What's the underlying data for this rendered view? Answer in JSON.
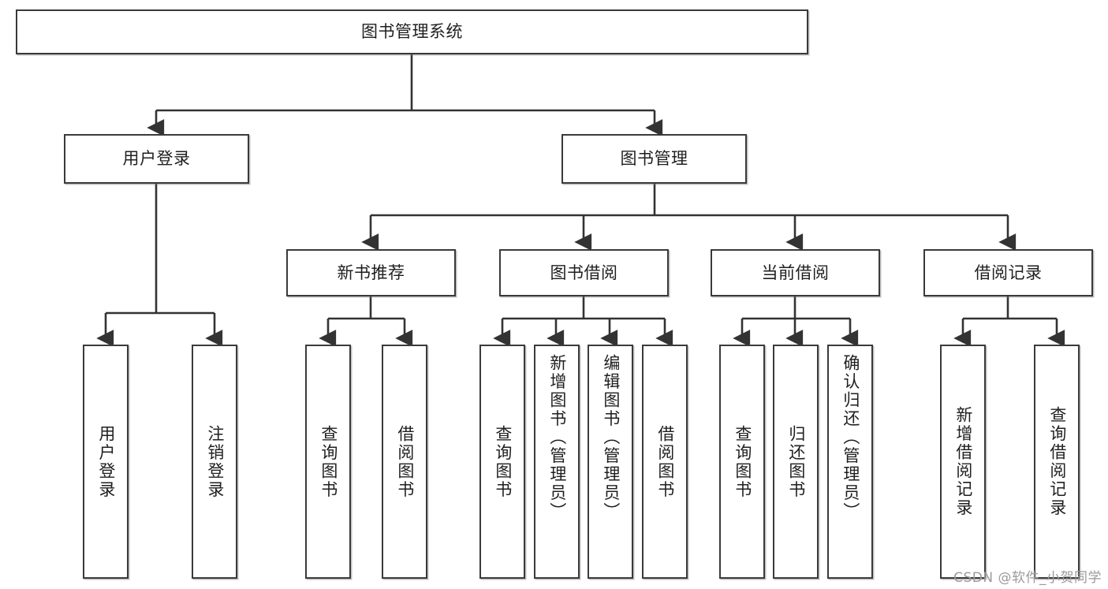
{
  "diagram": {
    "title": "图书管理系统",
    "watermark": "CSDN @软件_小贺同学",
    "colors": {
      "box_border": "#3a3a3a",
      "box_fill": "#ffffff",
      "connector": "#333333",
      "text": "#1f1f1f",
      "watermark": "#9a9a9a"
    },
    "levels": {
      "root": "图书管理系统",
      "level2": [
        "用户登录",
        "图书管理"
      ],
      "level3": [
        "新书推荐",
        "图书借阅",
        "当前借阅",
        "借阅记录"
      ]
    },
    "nodes": {
      "root": {
        "label": "图书管理系统",
        "orientation": "horizontal"
      },
      "user_login": {
        "label": "用户登录",
        "orientation": "horizontal"
      },
      "book_manage": {
        "label": "图书管理",
        "orientation": "horizontal"
      },
      "new_book_rec": {
        "label": "新书推荐",
        "orientation": "horizontal"
      },
      "book_borrow": {
        "label": "图书借阅",
        "orientation": "horizontal"
      },
      "current_borrow": {
        "label": "当前借阅",
        "orientation": "horizontal"
      },
      "borrow_record": {
        "label": "借阅记录",
        "orientation": "horizontal"
      },
      "leaf_user_login": {
        "label": "用户登录",
        "orientation": "vertical"
      },
      "leaf_logout": {
        "label": "注销登录",
        "orientation": "vertical"
      },
      "leaf_query_book_a": {
        "label": "查询图书",
        "orientation": "vertical"
      },
      "leaf_borrow_book_a": {
        "label": "借阅图书",
        "orientation": "vertical"
      },
      "leaf_query_book_b": {
        "label": "查询图书",
        "orientation": "vertical"
      },
      "leaf_add_book": {
        "label": "新增图书（管理员）",
        "orientation": "vertical"
      },
      "leaf_edit_book": {
        "label": "编辑图书（管理员）",
        "orientation": "vertical"
      },
      "leaf_borrow_book_b": {
        "label": "借阅图书",
        "orientation": "vertical"
      },
      "leaf_query_book_c": {
        "label": "查询图书",
        "orientation": "vertical"
      },
      "leaf_return_book": {
        "label": "归还图书",
        "orientation": "vertical"
      },
      "leaf_confirm_return": {
        "label": "确认归还（管理员）",
        "orientation": "vertical"
      },
      "leaf_add_record": {
        "label": "新增借阅记录",
        "orientation": "vertical"
      },
      "leaf_query_record": {
        "label": "查询借阅记录",
        "orientation": "vertical"
      }
    },
    "edges": [
      {
        "from": "图书管理系统",
        "to": "用户登录"
      },
      {
        "from": "图书管理系统",
        "to": "图书管理"
      },
      {
        "from": "用户登录",
        "to": "用户登录"
      },
      {
        "from": "用户登录",
        "to": "注销登录"
      },
      {
        "from": "图书管理",
        "to": "新书推荐"
      },
      {
        "from": "图书管理",
        "to": "图书借阅"
      },
      {
        "from": "图书管理",
        "to": "当前借阅"
      },
      {
        "from": "图书管理",
        "to": "借阅记录"
      },
      {
        "from": "新书推荐",
        "to": "查询图书"
      },
      {
        "from": "新书推荐",
        "to": "借阅图书"
      },
      {
        "from": "图书借阅",
        "to": "查询图书"
      },
      {
        "from": "图书借阅",
        "to": "新增图书（管理员）"
      },
      {
        "from": "图书借阅",
        "to": "编辑图书（管理员）"
      },
      {
        "from": "图书借阅",
        "to": "借阅图书"
      },
      {
        "from": "当前借阅",
        "to": "查询图书"
      },
      {
        "from": "当前借阅",
        "to": "归还图书"
      },
      {
        "from": "当前借阅",
        "to": "确认归还（管理员）"
      },
      {
        "from": "借阅记录",
        "to": "新增借阅记录"
      },
      {
        "from": "借阅记录",
        "to": "查询借阅记录"
      }
    ]
  }
}
